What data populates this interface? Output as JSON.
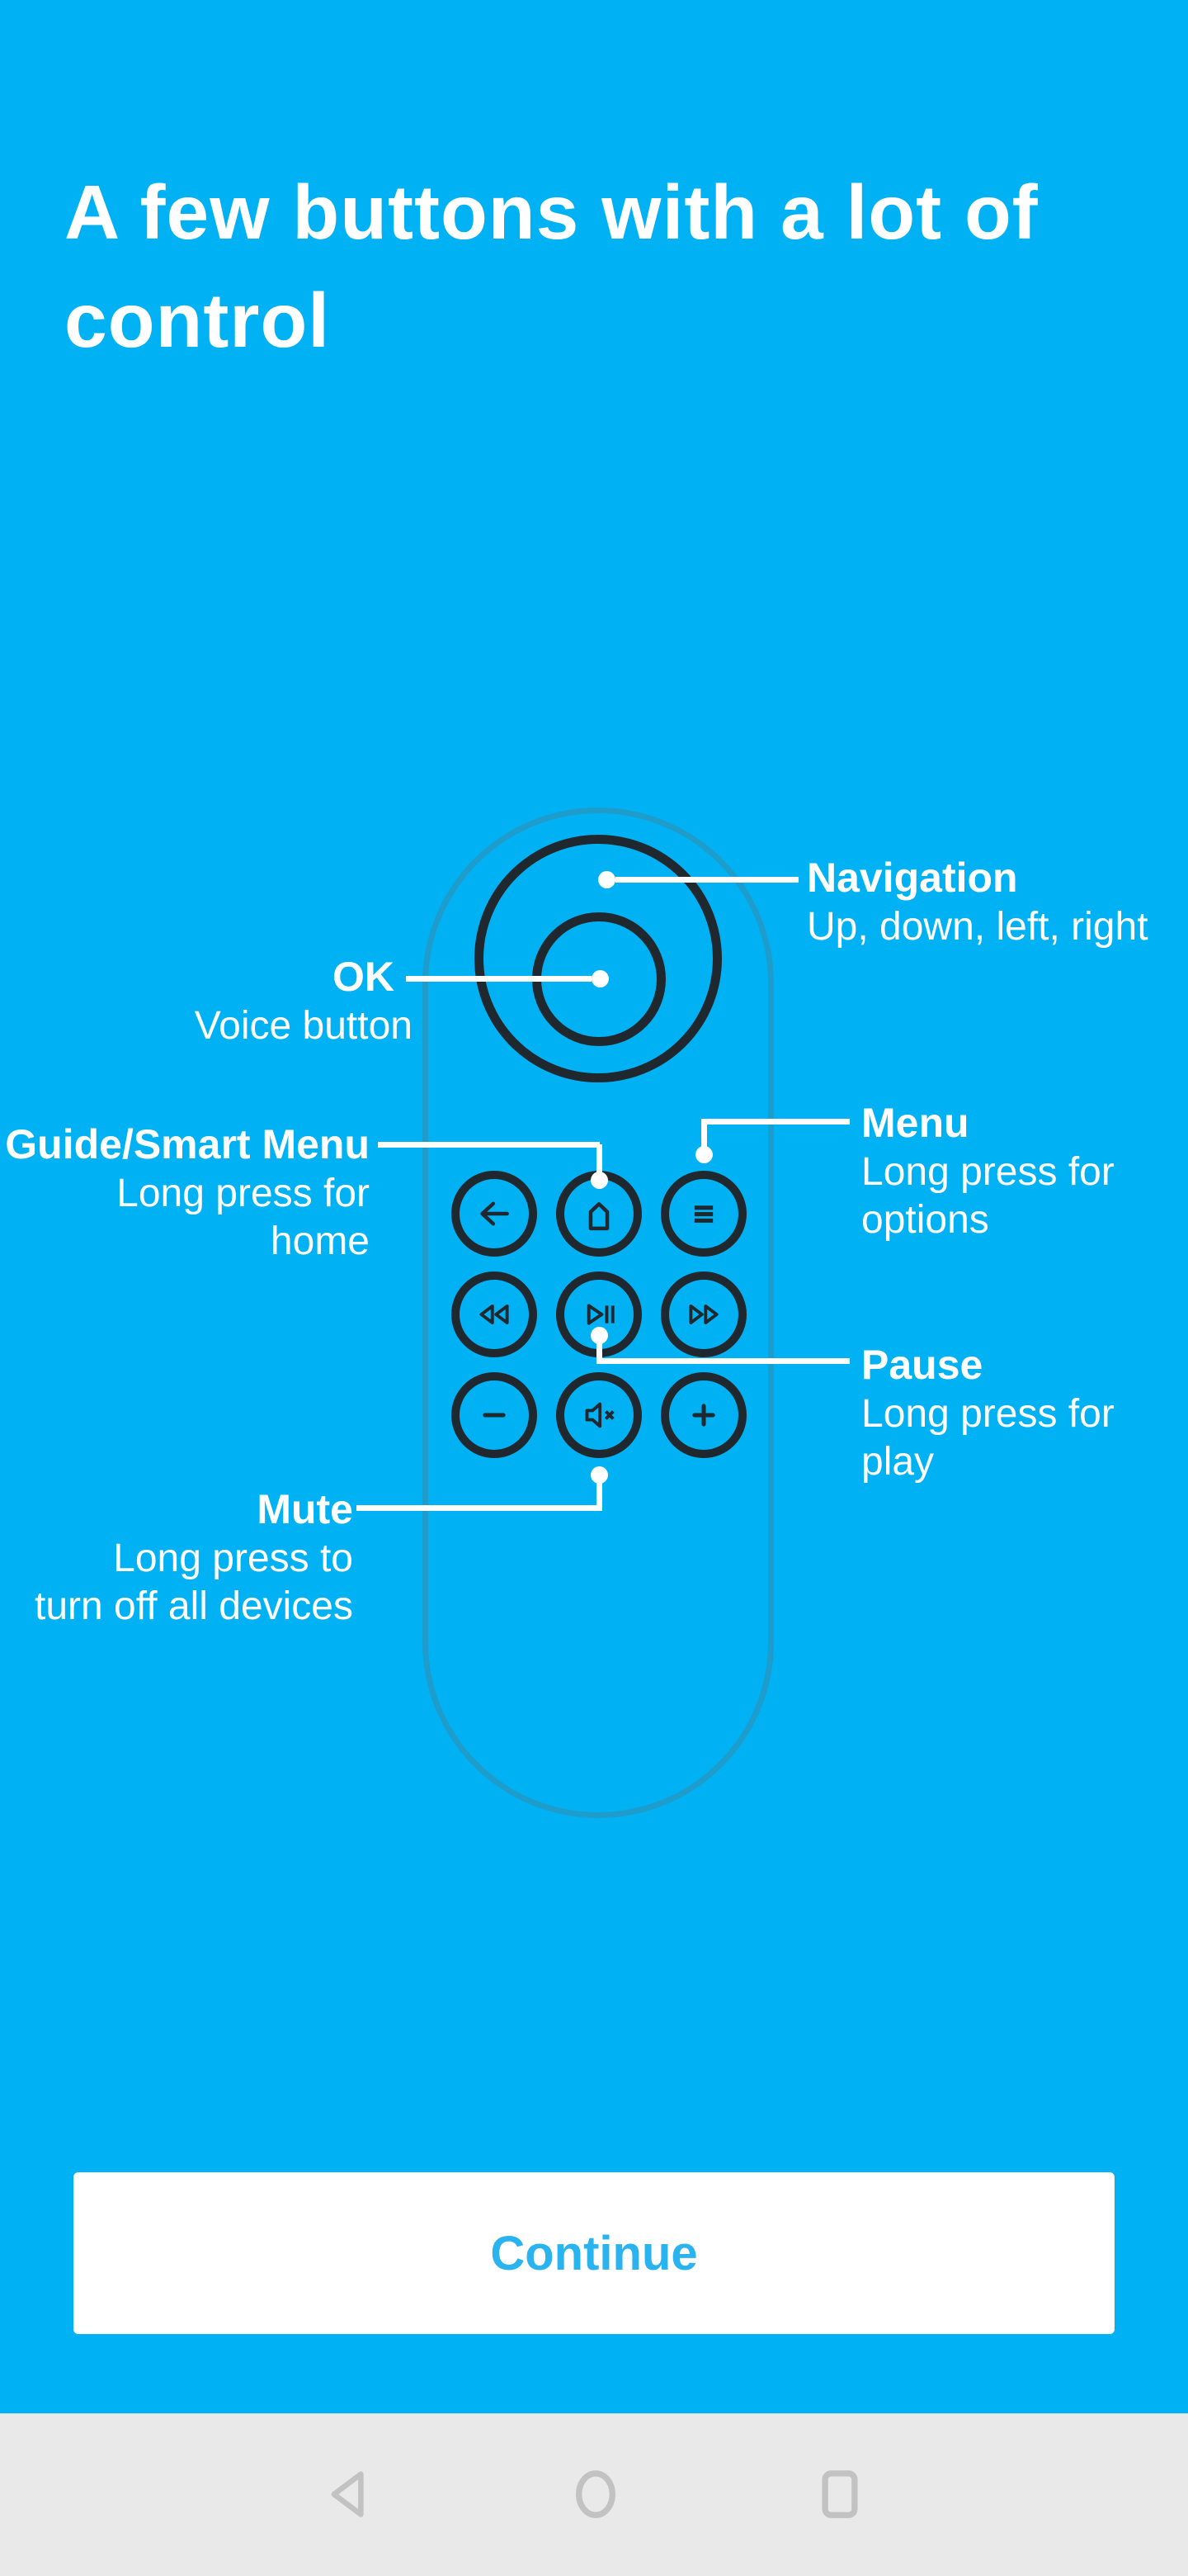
{
  "title": "A few buttons with a lot of control",
  "colors": {
    "background": "#00B2F4",
    "remote_outline": "#1E9CCB",
    "remote_dark": "#1F282E",
    "text": "#FFFFFF",
    "continue_text": "#29B3EF",
    "navbar_background": "#E9E9E9",
    "navbar_icon": "#C2C2C2"
  },
  "remote": {
    "buttons": [
      "back-icon",
      "home-icon",
      "menu-icon",
      "rewind-icon",
      "play-pause-icon",
      "fast-forward-icon",
      "volume-down-icon",
      "mute-icon",
      "volume-up-icon"
    ]
  },
  "callouts": [
    {
      "id": "navigation",
      "label": "Navigation",
      "desc_lines": [
        "Up, down, left, right"
      ]
    },
    {
      "id": "ok",
      "label": "OK",
      "desc_lines": [
        "Voice button"
      ]
    },
    {
      "id": "guide",
      "label": "Guide/Smart Menu",
      "desc_lines": [
        "Long press for",
        "home"
      ]
    },
    {
      "id": "menu",
      "label": "Menu",
      "desc_lines": [
        "Long press for",
        "options"
      ]
    },
    {
      "id": "pause",
      "label": "Pause",
      "desc_lines": [
        "Long press for",
        "play"
      ]
    },
    {
      "id": "mute",
      "label": "Mute",
      "desc_lines": [
        "Long press to",
        "turn off all devices"
      ]
    }
  ],
  "continue_label": "Continue",
  "android_nav": {
    "icons": [
      "back-icon",
      "home-icon",
      "recents-icon"
    ]
  }
}
